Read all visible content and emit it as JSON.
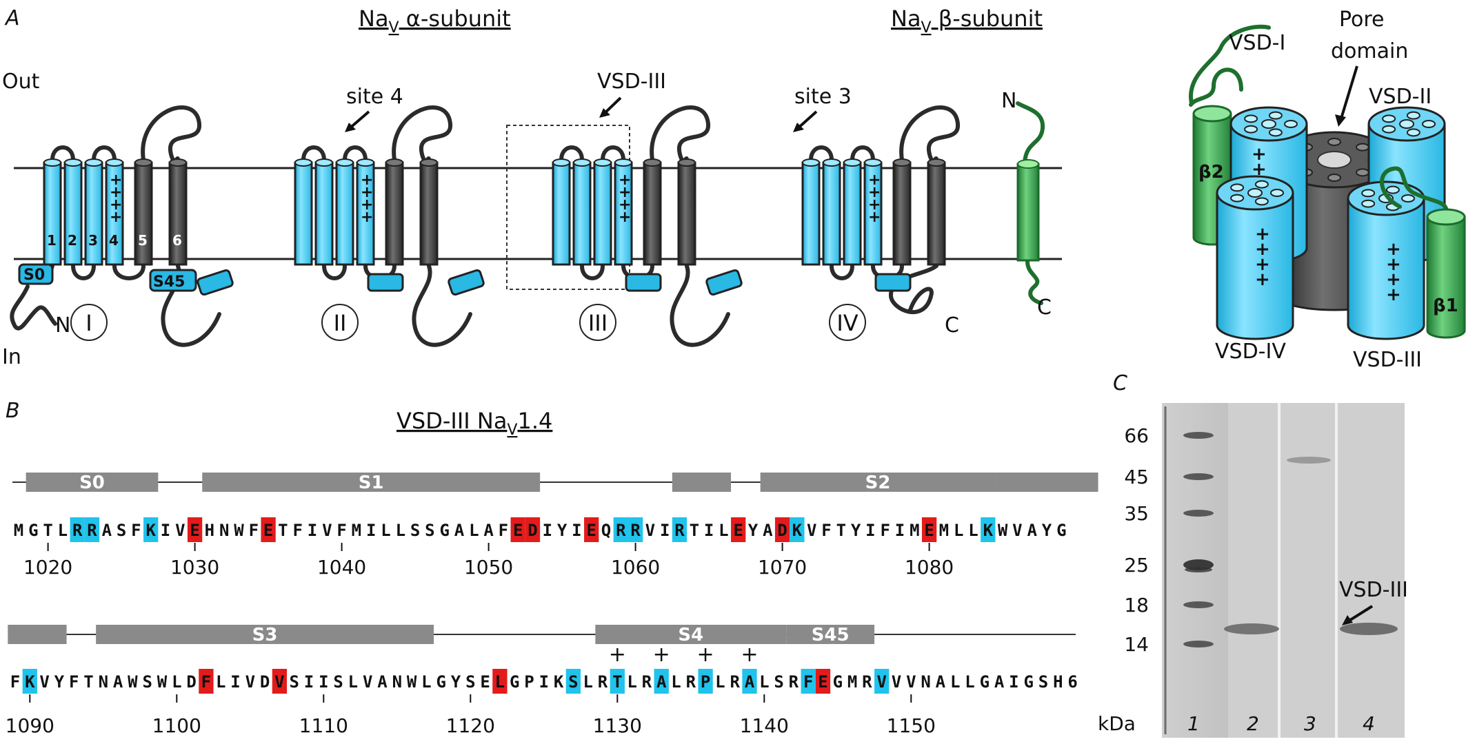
{
  "panel_a": {
    "letter": "A",
    "alpha_title_prefix": "Na",
    "alpha_title_sub": "V",
    "alpha_title_suffix": " α-subunit",
    "beta_title_prefix": "Na",
    "beta_title_sub": "V",
    "beta_title_suffix": " β-subunit",
    "out_label": "Out",
    "in_label": "In",
    "site4": "site 4",
    "site3": "site 3",
    "vsd3_box_label": "VSD-III",
    "n_term": "N",
    "c_term": "C",
    "beta_n": "N",
    "beta_c": "C",
    "s0_label": "S0",
    "s45_label": "S45",
    "segments": [
      "1",
      "2",
      "3",
      "4",
      "5",
      "6"
    ],
    "domains": [
      "I",
      "II",
      "III",
      "IV"
    ],
    "charges": "+",
    "channel_3d": {
      "vsd1": "VSD-I",
      "pore_line1": "Pore",
      "pore_line2": "domain",
      "vsd2": "VSD-II",
      "vsd4": "VSD-IV",
      "vsd3": "VSD-III",
      "beta2": "β2",
      "beta1": "β1"
    }
  },
  "panel_b": {
    "letter": "B",
    "title_prefix": "VSD-III Na",
    "title_sub": "V",
    "title_suffix": "1.4",
    "row1": {
      "sequence": "MGTLRRASFKIVEHNWFETFIVFMILLSSGALAFEDIYIEQRRVIRTILEYADKVFTYIFIMEMLLKWVAYG",
      "start": 1018,
      "helices": [
        "S0",
        "S1",
        "",
        "S2",
        ""
      ],
      "positive_positions": [
        1022,
        1023,
        1027,
        1059,
        1060,
        1063,
        1071,
        1084
      ],
      "negative_positions": [
        1030,
        1035,
        1052,
        1053,
        1057,
        1067,
        1070,
        1080
      ],
      "ticks": [
        "1020",
        "1030",
        "1040",
        "1050",
        "1060",
        "1070",
        "1080"
      ]
    },
    "row2": {
      "sequence": "FKVYFTNAWSWLDFLIVDVSIISLVANWLGYSELGPIKSLRTLRALRPLRALSRFEGMRVVVNALLGAIGSH6",
      "start": 1089,
      "helices": [
        "",
        "S3",
        "S4",
        "S45"
      ],
      "positive_positions": [
        1090,
        1127,
        1130,
        1133,
        1136,
        1139,
        1143,
        1148
      ],
      "negative_positions": [
        1102,
        1107,
        1122,
        1144
      ],
      "s4_charges": [
        "+",
        "+",
        "+",
        "+"
      ],
      "ticks": [
        "1090",
        "1100",
        "1110",
        "1120",
        "1130",
        "1140",
        "1150"
      ]
    }
  },
  "panel_c": {
    "letter": "C",
    "markers": [
      "66",
      "45",
      "35",
      "25",
      "18",
      "14"
    ],
    "unit": "kDa",
    "lanes": [
      "1",
      "2",
      "3",
      "4"
    ],
    "band_label": "VSD-III"
  },
  "colors": {
    "cyan": "#4fd0f5",
    "dark": "#3a3a3a",
    "green": "#2f9a44",
    "basic_residue": "#20c3ec",
    "acidic_residue": "#e31b1b",
    "helix_bar": "#8a8a8a"
  }
}
